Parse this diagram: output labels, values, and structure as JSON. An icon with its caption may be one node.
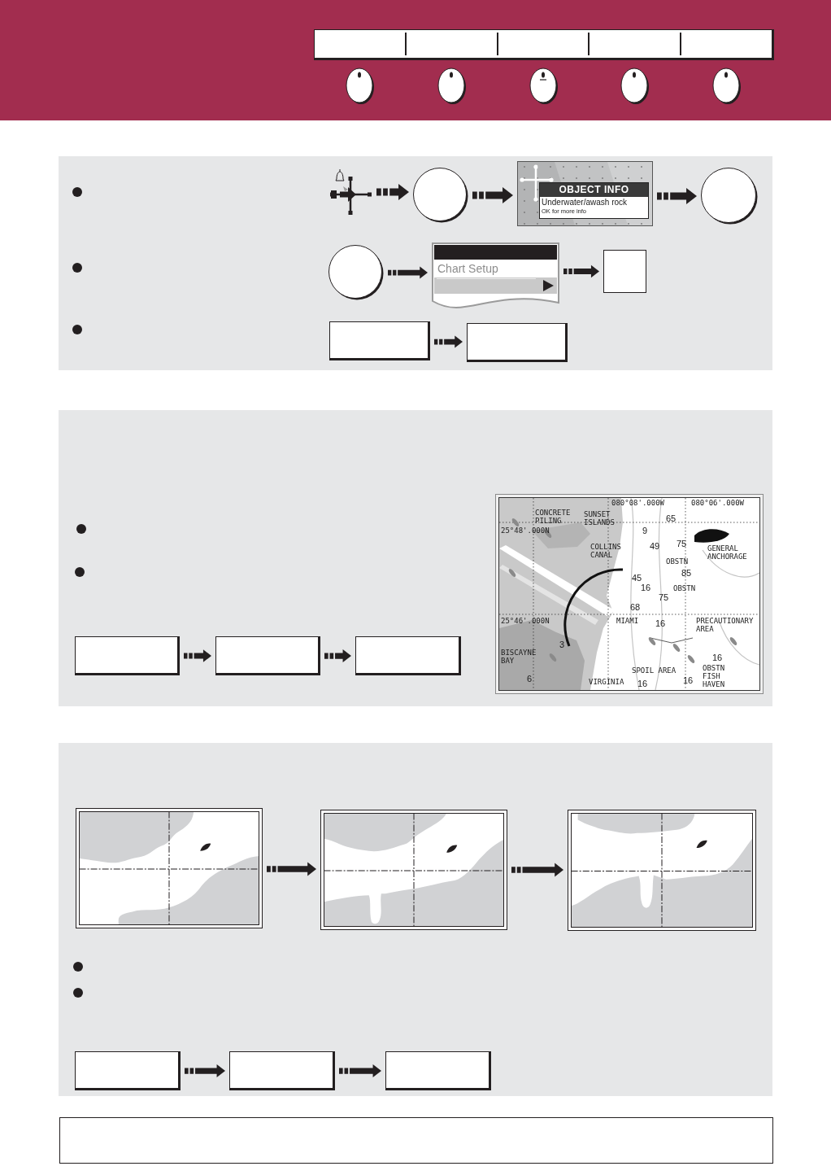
{
  "diagram": {
    "nodes": [
      {
        "text": [],
        "shape": "picture"
      },
      {
        "text": [],
        "shape": "circle"
      },
      {
        "text": [
          "OBJECT INFO",
          "Underwater/awash rock",
          "OK for more info"
        ]
      },
      {
        "text": [],
        "shape": "circle"
      },
      {
        "text": [],
        "shape": "circle"
      },
      {
        "text": [
          "Chart Setup"
        ]
      },
      {
        "text": [],
        "shape": "bar",
        "in": 5
      },
      {
        "text": [],
        "shape": "box"
      },
      {
        "text": [],
        "shape": "box"
      },
      {
        "text": [],
        "shape": "box"
      },
      {
        "text": [
          "080°08'.000W",
          "080°06'.000W",
          "CONCRETE PILING",
          "SUNSET ISLANDS",
          "65",
          "25°48'.000N",
          "9",
          "COLLINS CANAL",
          "49",
          "75",
          "GENERAL ANCHORAGE",
          "OBSTN",
          "85",
          "45",
          "16",
          "OBSTN",
          "75",
          "68",
          "25°46'.000N",
          "MIAMI",
          "16",
          "PRECAUTIONARY AREA",
          "3",
          "BISCAYNE BAY",
          "16",
          "6",
          "VIRGINIA",
          "SPOIL AREA",
          "16",
          "16",
          "OBSTN FISH HAVEN"
        ]
      },
      {
        "text": [],
        "shape": "box"
      },
      {
        "text": [],
        "shape": "box"
      },
      {
        "text": [],
        "shape": "box"
      },
      {
        "text": [],
        "shape": "picture"
      },
      {
        "text": [],
        "shape": "picture"
      },
      {
        "text": [],
        "shape": "picture"
      },
      {
        "text": [],
        "shape": "box"
      },
      {
        "text": [],
        "shape": "box"
      },
      {
        "text": [],
        "shape": "box"
      }
    ],
    "edges": [
      {
        "from": 0,
        "to": 1,
        "arrow": "to"
      },
      {
        "from": 1,
        "to": 2,
        "arrow": "to"
      },
      {
        "from": 2,
        "to": 3,
        "arrow": "to"
      },
      {
        "from": 4,
        "to": 5,
        "arrow": "to"
      },
      {
        "from": 5,
        "to": 7,
        "arrow": "to"
      },
      {
        "from": 8,
        "to": 9,
        "arrow": "to"
      },
      {
        "from": 11,
        "to": 12,
        "arrow": "to"
      },
      {
        "from": 12,
        "to": 13,
        "arrow": "to"
      },
      {
        "from": 14,
        "to": 15,
        "arrow": "to"
      },
      {
        "from": 15,
        "to": 16,
        "arrow": "to"
      },
      {
        "from": 17,
        "to": 18,
        "arrow": "to"
      },
      {
        "from": 18,
        "to": 19,
        "arrow": "to"
      }
    ]
  }
}
